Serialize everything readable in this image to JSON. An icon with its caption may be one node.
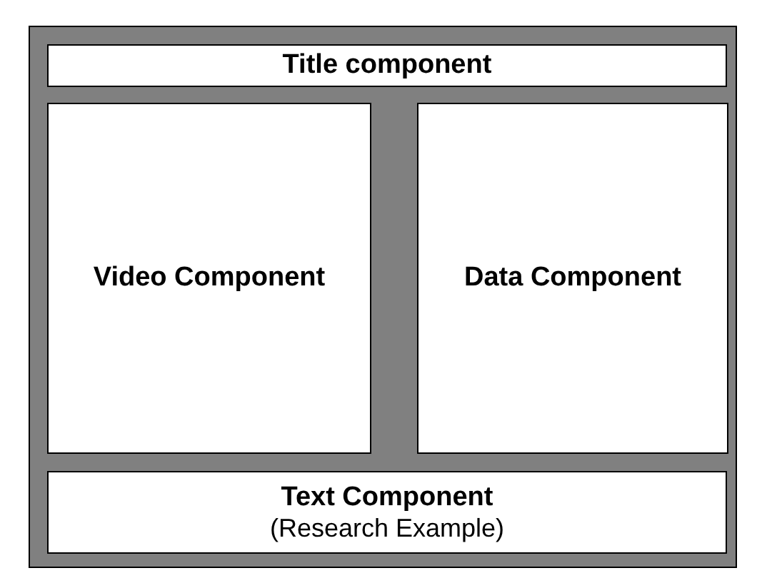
{
  "diagram": {
    "nodes": [
      {
        "text": [],
        "shape": "box"
      },
      {
        "text": [
          "Title component"
        ],
        "in": 0
      },
      {
        "text": [
          "Video Component"
        ],
        "in": 0
      },
      {
        "text": [
          "Data Component"
        ],
        "in": 0
      },
      {
        "text": [
          "Text Component",
          "(Research Example)"
        ],
        "in": 0
      }
    ],
    "edges": []
  }
}
